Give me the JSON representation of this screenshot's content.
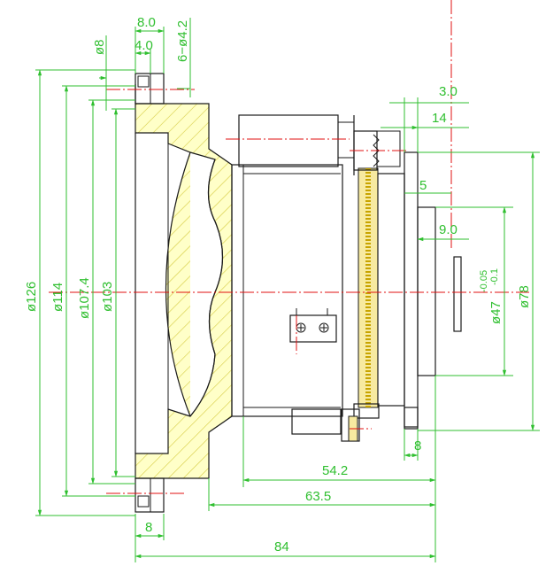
{
  "dimensions": {
    "top": {
      "d8": "ø8",
      "w8_0": "8.0",
      "w4_0": "4.0",
      "holes": "6−ø4.2"
    },
    "left": {
      "d126": "ø126",
      "d114": "ø114",
      "d107_4": "ø107.4",
      "d103": "ø103"
    },
    "right": {
      "w3_0": "3.0",
      "w14": "14",
      "w5": "5",
      "w9_0": "9.0",
      "d47": "ø47",
      "d47_tol_upper": "-0.05",
      "d47_tol_lower": "-0.1",
      "d78": "ø78",
      "w8_right": "8"
    },
    "bottom": {
      "l54_2": "54.2",
      "l63_5": "63.5",
      "w8_bottom": "8",
      "l84": "84"
    }
  },
  "colors": {
    "outline": "#1a1a1a",
    "dimension": "#2fbf2f",
    "centerline": "#e01010",
    "hatch": "#e6e060",
    "gear": "#c8a400"
  }
}
